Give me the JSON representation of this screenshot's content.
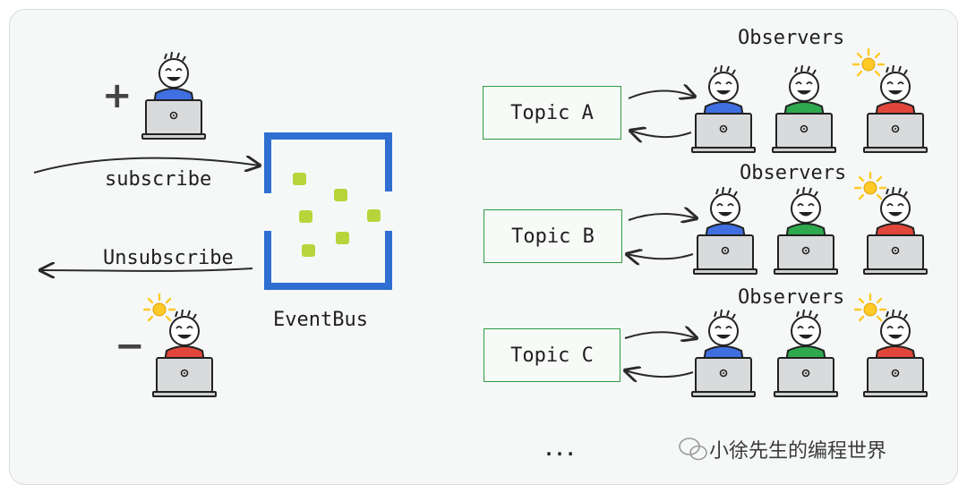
{
  "subscribe_label": "subscribe",
  "unsubscribe_label": "Unsubscribe",
  "eventbus_label": "EventBus",
  "plus_sign": "+",
  "minus_sign": "−",
  "observers_label": "Observers",
  "topics": [
    {
      "label": "Topic A",
      "observers_label": "Observers"
    },
    {
      "label": "Topic B",
      "observers_label": "Observers"
    },
    {
      "label": "Topic C",
      "observers_label": "Observers"
    }
  ],
  "ellipsis": "...",
  "watermark": "小徐先生的编程世界",
  "colors": {
    "bus_blue": "#2f6fd1",
    "topic_green": "#2f9a44",
    "shirt_blue": "#3f6fe0",
    "shirt_green": "#2fa84e",
    "shirt_red": "#e0473a",
    "message_green": "#b9d43a",
    "bulb_yellow": "#ffc928"
  }
}
